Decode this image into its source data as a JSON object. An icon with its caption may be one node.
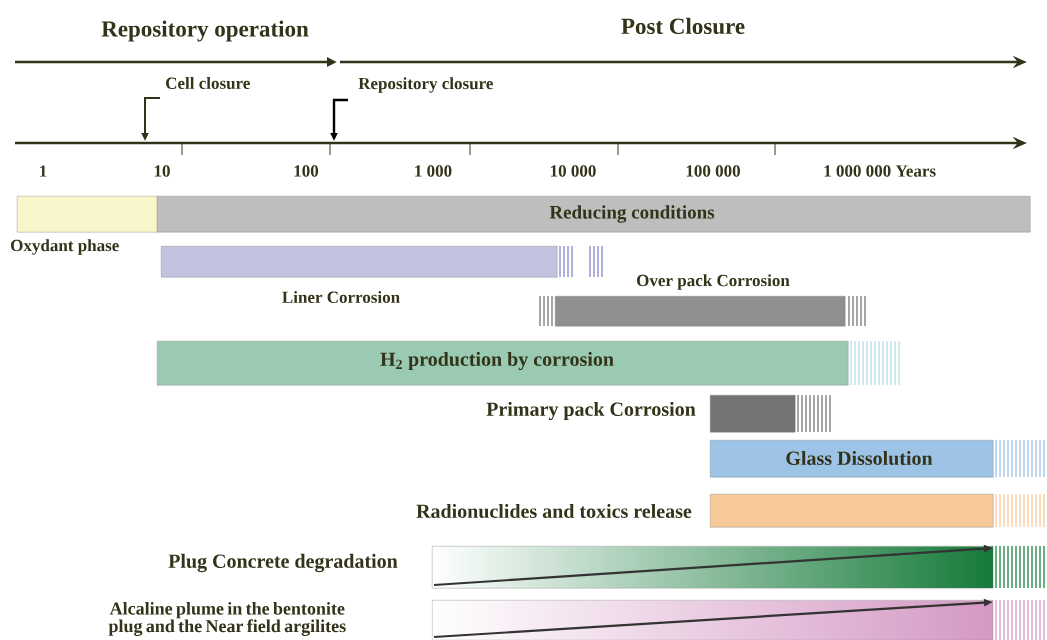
{
  "diagram": {
    "nodes": [
      {
        "text": [
          "Oxydant phase"
        ]
      },
      {
        "text": [
          "Reducing conditions"
        ]
      },
      {
        "text": [
          "Liner Corrosion"
        ]
      },
      {
        "text": [
          "Over pack Corrosion"
        ]
      },
      {
        "text": [
          "H$_{2}$ production by corrosion"
        ]
      },
      {
        "text": [
          "Primary pack Corrosion"
        ]
      },
      {
        "text": [
          "Glass Dissolution"
        ]
      },
      {
        "text": [
          "Radionuclides and toxics release"
        ]
      },
      {
        "text": [
          "Plug Concrete degradation"
        ]
      },
      {
        "text": [
          "Alcaline plume in the bentonite plug and the Near field argilites"
        ]
      }
    ],
    "labels": [
      "Repository operation",
      "Post Closure",
      "Cell closure",
      "Repository closure",
      "1",
      "10",
      "100",
      "1 000",
      "10 000",
      "100 000",
      "1 000 000 Years"
    ]
  }
}
